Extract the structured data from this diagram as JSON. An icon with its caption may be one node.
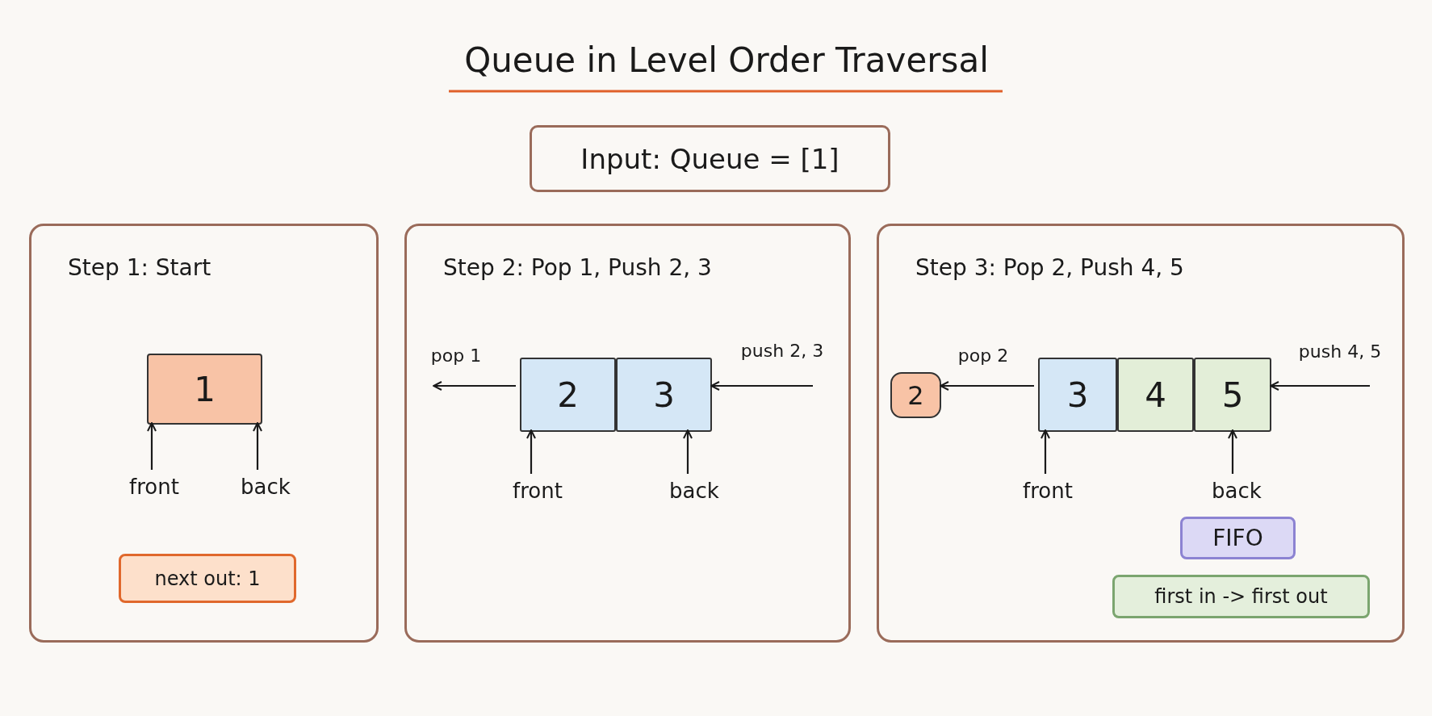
{
  "diagram": {
    "title": "Queue in Level Order Traversal",
    "nodes": [
      {
        "text": [
          "Input: Queue = [1]"
        ]
      },
      {
        "text": [
          "Step 1: Start"
        ]
      },
      {
        "text": [
          "1"
        ],
        "in": 1
      },
      {
        "text": [
          "front"
        ],
        "in": 1
      },
      {
        "text": [
          "back"
        ],
        "in": 1
      },
      {
        "text": [
          "next out: 1"
        ],
        "in": 1
      },
      {
        "text": [
          "Step 2: Pop 1, Push 2, 3"
        ]
      },
      {
        "text": [
          "2"
        ],
        "in": 6
      },
      {
        "text": [
          "3"
        ],
        "in": 6
      },
      {
        "text": [
          "front"
        ],
        "in": 6
      },
      {
        "text": [
          "back"
        ],
        "in": 6
      },
      {
        "text": [
          "Step 3: Pop 2, Push 4, 5"
        ]
      },
      {
        "text": [
          "2"
        ],
        "in": 11
      },
      {
        "text": [
          "3"
        ],
        "in": 11
      },
      {
        "text": [
          "4"
        ],
        "in": 11
      },
      {
        "text": [
          "5"
        ],
        "in": 11
      },
      {
        "text": [
          "front"
        ],
        "in": 11
      },
      {
        "text": [
          "back"
        ],
        "in": 11
      },
      {
        "text": [
          "FIFO"
        ],
        "in": 11
      },
      {
        "text": [
          "first in -> first out"
        ],
        "in": 11
      }
    ],
    "edges": [
      {
        "from": 3,
        "to": 2,
        "arrow": "to"
      },
      {
        "from": 4,
        "to": 2,
        "arrow": "to"
      },
      {
        "from": 7,
        "to": null,
        "arrow": "to",
        "label": "pop 1"
      },
      {
        "from": null,
        "to": 8,
        "arrow": "to",
        "label": "push 2, 3"
      },
      {
        "from": 9,
        "to": 7,
        "arrow": "to"
      },
      {
        "from": 10,
        "to": 8,
        "arrow": "to"
      },
      {
        "from": 13,
        "to": 12,
        "arrow": "to",
        "label": "pop 2"
      },
      {
        "from": null,
        "to": 15,
        "arrow": "to",
        "label": "push 4, 5"
      },
      {
        "from": 16,
        "to": 13,
        "arrow": "to"
      },
      {
        "from": 17,
        "to": 15,
        "arrow": "to"
      }
    ]
  }
}
